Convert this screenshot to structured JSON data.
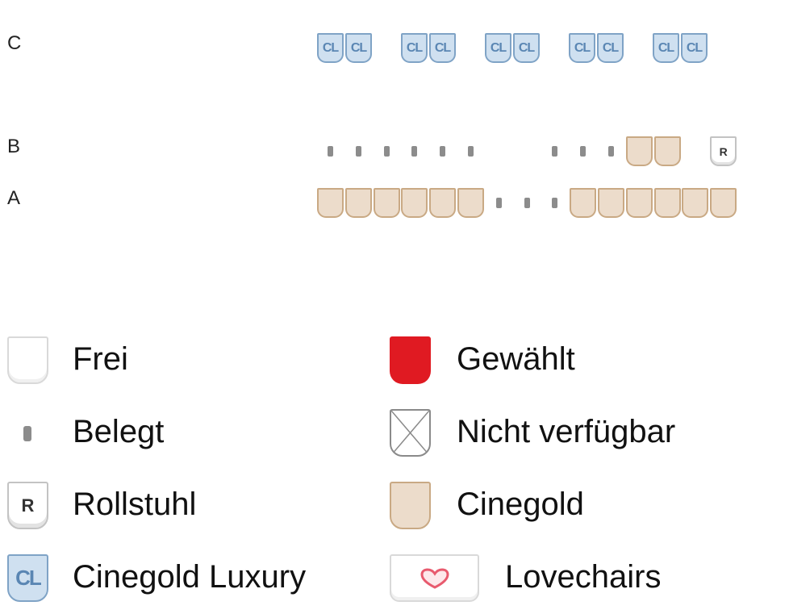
{
  "rows": [
    {
      "label": "C",
      "seats": [
        "lux",
        "lux",
        null,
        "lux",
        "lux",
        null,
        "lux",
        "lux",
        null,
        "lux",
        "lux",
        null,
        "lux",
        "lux"
      ]
    },
    {
      "label": "B",
      "seats": [
        "occupied",
        "occupied",
        "occupied",
        "occupied",
        "occupied",
        "occupied",
        null,
        null,
        "occupied",
        "occupied",
        "occupied",
        "cinegold",
        "cinegold",
        null,
        "wheelchair"
      ]
    },
    {
      "label": "A",
      "seats": [
        "cinegold",
        "cinegold",
        "cinegold",
        "cinegold",
        "cinegold",
        "cinegold",
        "occupied",
        "occupied",
        "occupied",
        "cinegold",
        "cinegold",
        "cinegold",
        "cinegold",
        "cinegold",
        "cinegold"
      ]
    }
  ],
  "seat_text": {
    "lux": "CL",
    "wheelchair": "R"
  },
  "legend": {
    "free": "Frei",
    "selected": "Gewählt",
    "occupied": "Belegt",
    "unavailable": "Nicht verfügbar",
    "wheelchair": "Rollstuhl",
    "cinegold": "Cinegold",
    "luxury": "Cinegold Luxury",
    "lovechairs": "Lovechairs"
  },
  "colors": {
    "cinegold_fill": "#ecdccb",
    "cinegold_border": "#c9a984",
    "luxury_fill": "#cfe0f0",
    "luxury_border": "#7fa3c6",
    "selected": "#e01a22",
    "occupied": "#8c8c8c",
    "heart": "#e85a6e"
  }
}
